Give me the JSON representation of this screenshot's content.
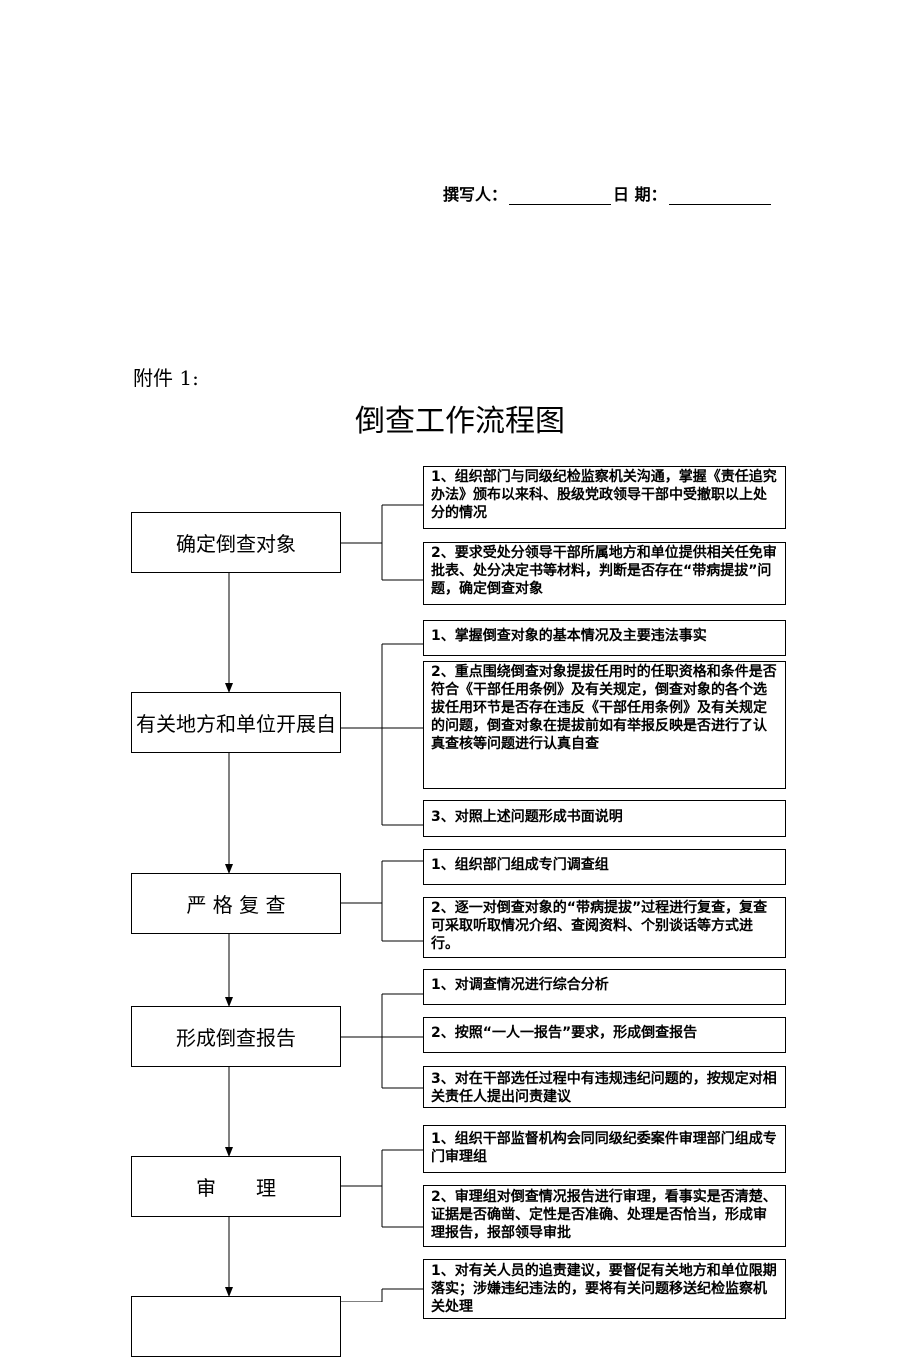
{
  "signature": {
    "author_label": "撰写人：",
    "date_label": "日  期："
  },
  "attachment_label": "附件 1:",
  "title": "倒查工作流程图",
  "steps": [
    {
      "label": "确定倒查对象",
      "items": [
        "1、组织部门与同级纪检监察机关沟通，掌握《责任追究办法》颁布以来科、股级党政领导干部中受撤职以上处分的情况",
        "2、要求受处分领导干部所属地方和单位提供相关任免审批表、处分决定书等材料，判断是否存在“带病提拔”问题，确定倒查对象"
      ]
    },
    {
      "label": "有关地方和单位开展自",
      "items": [
        "1、掌握倒查对象的基本情况及主要违法事实",
        "2、重点围绕倒查对象提拔任用时的任职资格和条件是否符合《干部任用条例》及有关规定，倒查对象的各个选拔任用环节是否存在违反《干部任用条例》及有关规定的问题，倒查对象在提拔前如有举报反映是否进行了认真查核等问题进行认真自查",
        "3、对照上述问题形成书面说明"
      ]
    },
    {
      "label": "严 格 复 查",
      "items": [
        "1、组织部门组成专门调查组",
        "2、逐一对倒查对象的“带病提拔”过程进行复查，复查可采取听取情况介绍、查阅资料、个别谈话等方式进行。"
      ]
    },
    {
      "label": "形成倒查报告",
      "items": [
        "1、对调查情况进行综合分析",
        "2、按照“一人一报告”要求，形成倒查报告",
        "3、对在干部选任过程中有违规违纪问题的，按规定对相关责任人提出问责建议"
      ]
    },
    {
      "label": "审　　理",
      "items": [
        "1、组织干部监督机构会同同级纪委案件审理部门组成专门审理组",
        "2、审理组对倒查情况报告进行审理，看事实是否清楚、证据是否确凿、定性是否准确、处理是否恰当，形成审理报告，报部领导审批"
      ]
    },
    {
      "label": "",
      "items": [
        "1、对有关人员的追责建议，要督促有关地方和单位限期落实；涉嫌违纪违法的，要将有关问题移送纪检监察机关处理"
      ]
    }
  ]
}
